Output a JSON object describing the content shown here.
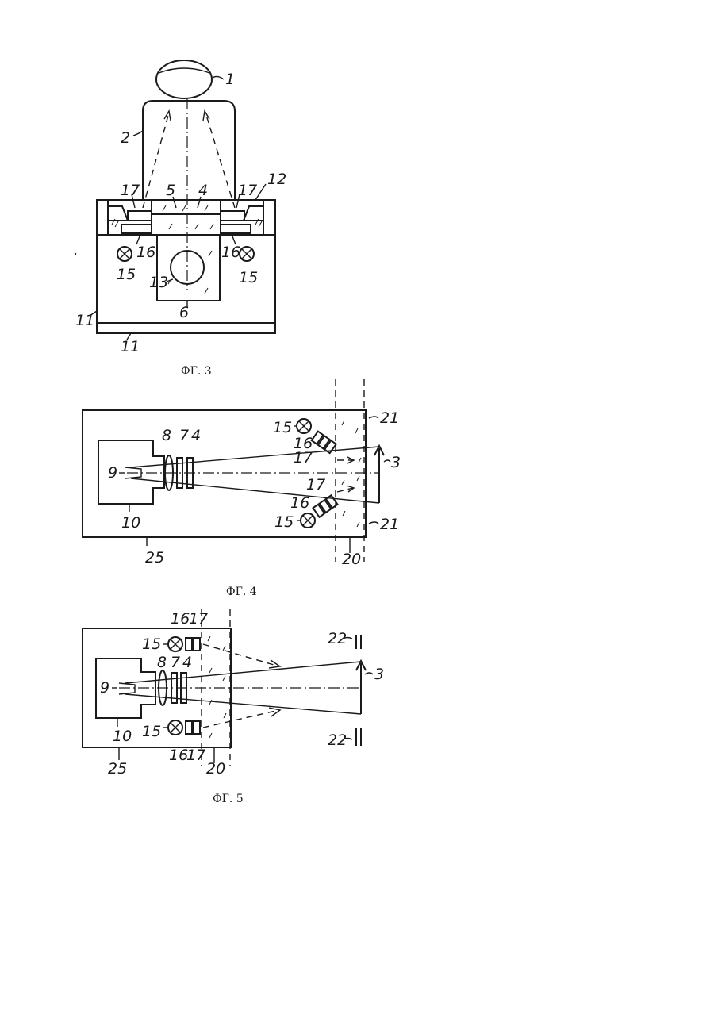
{
  "figures": [
    {
      "caption": "ФГ. 3",
      "labels": {
        "l1": "1",
        "l2": "2",
        "l4": "4",
        "l5": "5",
        "l6": "6",
        "l11a": "11",
        "l11b": "11",
        "l12": "12",
        "l13": "13",
        "l15a": "15",
        "l15b": "15",
        "l16a": "16",
        "l16b": "16",
        "l17a": "17",
        "l17b": "17"
      }
    },
    {
      "caption": "ФГ. 4",
      "labels": {
        "l3": "3",
        "l4": "4",
        "l7": "7",
        "l8": "8",
        "l9": "9",
        "l10": "10",
        "l15a": "15",
        "l15b": "15",
        "l16a": "16",
        "l16b": "16",
        "l17a": "17",
        "l17b": "17",
        "l20": "20",
        "l21a": "21",
        "l21b": "21",
        "l25": "25"
      }
    },
    {
      "caption": "ФГ. 5",
      "labels": {
        "l3": "3",
        "l4": "4",
        "l7": "7",
        "l8": "8",
        "l9": "9",
        "l10": "10",
        "l15a": "15",
        "l15b": "15",
        "l16a": "16",
        "l16b": "16",
        "l17a": "17",
        "l17b": "17",
        "l20": "20",
        "l22a": "22",
        "l22b": "22",
        "l25": "25"
      }
    }
  ]
}
